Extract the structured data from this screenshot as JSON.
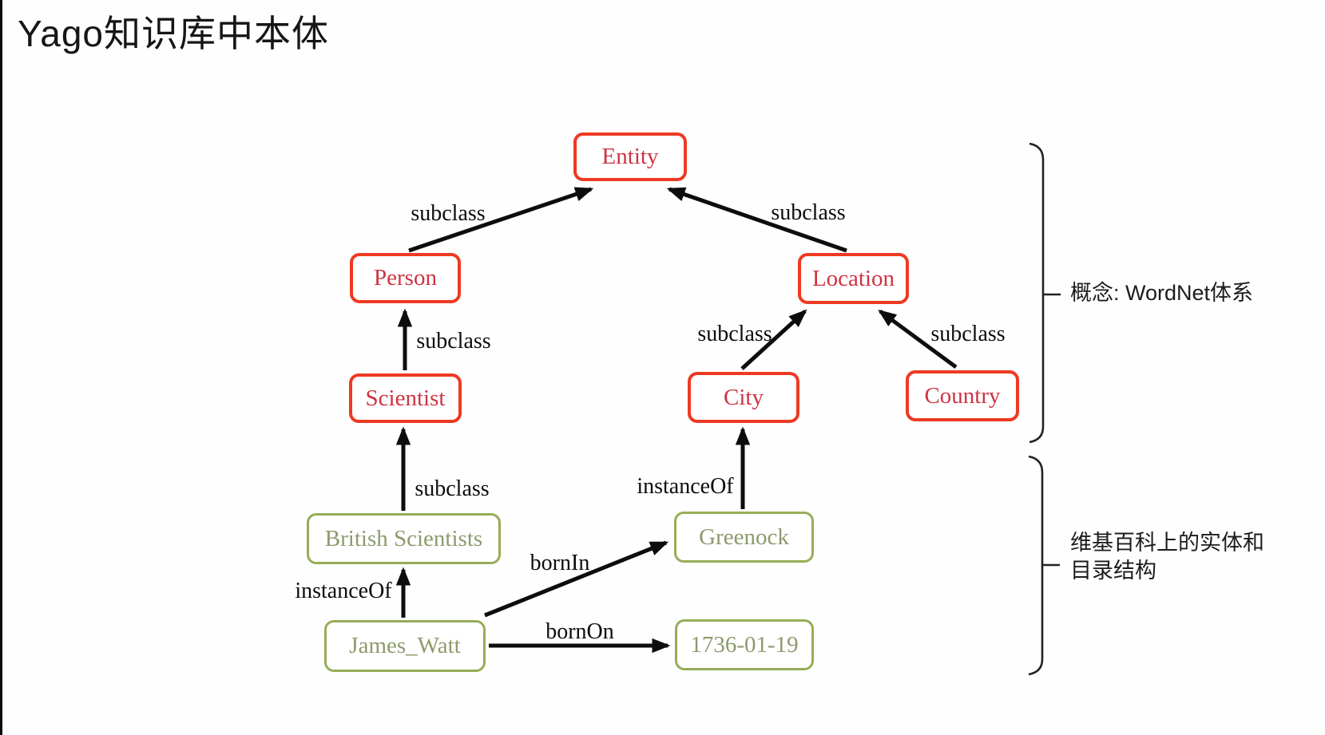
{
  "title": "Yago知识库中本体",
  "colors": {
    "concept_border": "#ee3a23",
    "concept_text": "#ce3343",
    "instance_border": "#96ad57",
    "instance_text": "#8d9a6d",
    "edge_color": "#0d0d0d",
    "annotation_text": "#1c1c1c",
    "background": "#fefefe"
  },
  "diagram": {
    "nodes": {
      "entity": {
        "label": "Entity",
        "type": "concept"
      },
      "person": {
        "label": "Person",
        "type": "concept"
      },
      "location": {
        "label": "Location",
        "type": "concept"
      },
      "scientist": {
        "label": "Scientist",
        "type": "concept"
      },
      "city": {
        "label": "City",
        "type": "concept"
      },
      "country": {
        "label": "Country",
        "type": "concept"
      },
      "british_scientists": {
        "label": "British Scientists",
        "type": "instance"
      },
      "greenock": {
        "label": "Greenock",
        "type": "instance"
      },
      "james_watt": {
        "label": "James_Watt",
        "type": "instance"
      },
      "birth_date": {
        "label": "1736-01-19",
        "type": "instance"
      }
    },
    "edges": [
      {
        "from": "Person",
        "to": "Entity",
        "label": "subclass"
      },
      {
        "from": "Location",
        "to": "Entity",
        "label": "subclass"
      },
      {
        "from": "Scientist",
        "to": "Person",
        "label": "subclass"
      },
      {
        "from": "City",
        "to": "Location",
        "label": "subclass"
      },
      {
        "from": "Country",
        "to": "Location",
        "label": "subclass"
      },
      {
        "from": "British Scientists",
        "to": "Scientist",
        "label": "subclass"
      },
      {
        "from": "James_Watt",
        "to": "British Scientists",
        "label": "instanceOf"
      },
      {
        "from": "Greenock",
        "to": "City",
        "label": "instanceOf"
      },
      {
        "from": "James_Watt",
        "to": "Greenock",
        "label": "bornIn"
      },
      {
        "from": "James_Watt",
        "to": "1736-01-19",
        "label": "bornOn"
      }
    ],
    "annotations": [
      {
        "label": "概念: WordNet体系"
      },
      {
        "line1": "维基百科上的实体和",
        "line2": "目录结构"
      }
    ]
  }
}
